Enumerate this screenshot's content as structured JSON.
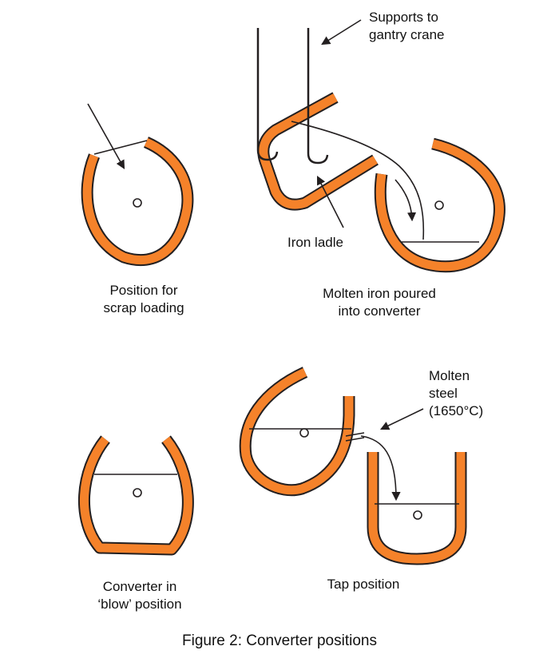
{
  "labels": {
    "supports": [
      "Supports to",
      "gantry crane"
    ],
    "scrap": [
      "Position for",
      "scrap loading"
    ],
    "ladle": "Iron ladle",
    "molten_iron": [
      "Molten iron poured",
      "into converter"
    ],
    "molten_steel": [
      "Molten",
      "steel",
      "(1650°C)"
    ],
    "blow": [
      "Converter in",
      "‘blow’ position"
    ],
    "tap": "Tap position"
  },
  "caption": "Figure 2: Converter positions",
  "colors": {
    "vessel": "#F5822A",
    "outline": "#231F20"
  }
}
